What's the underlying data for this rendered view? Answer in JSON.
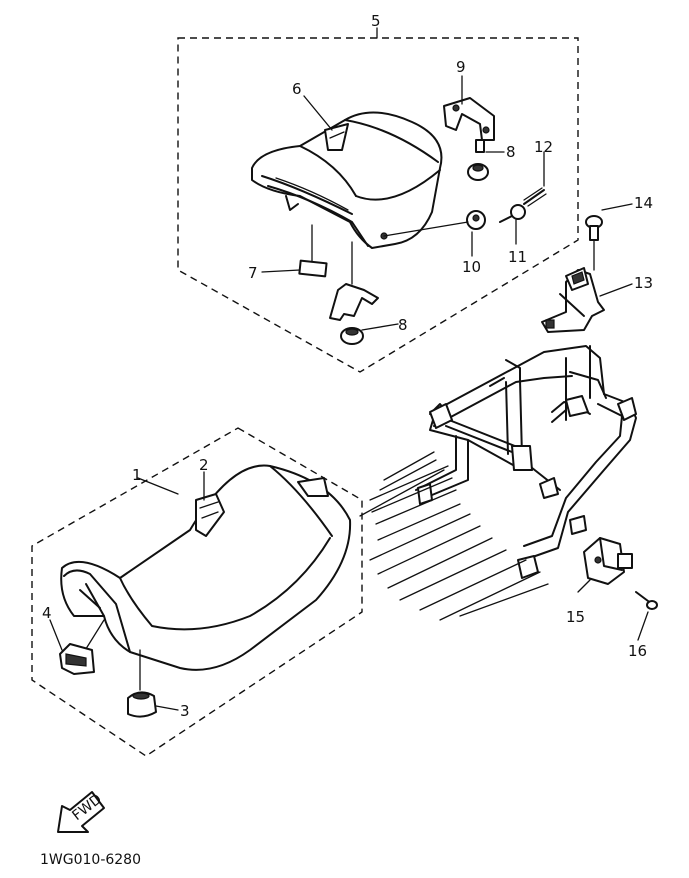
{
  "diagram": {
    "part_numbers": [
      "1",
      "2",
      "3",
      "4",
      "5",
      "6",
      "7",
      "8",
      "9",
      "10",
      "11",
      "12",
      "13",
      "14",
      "15",
      "16"
    ],
    "diagram_code": "1WG010-6280",
    "arrow_text": "FWD"
  }
}
